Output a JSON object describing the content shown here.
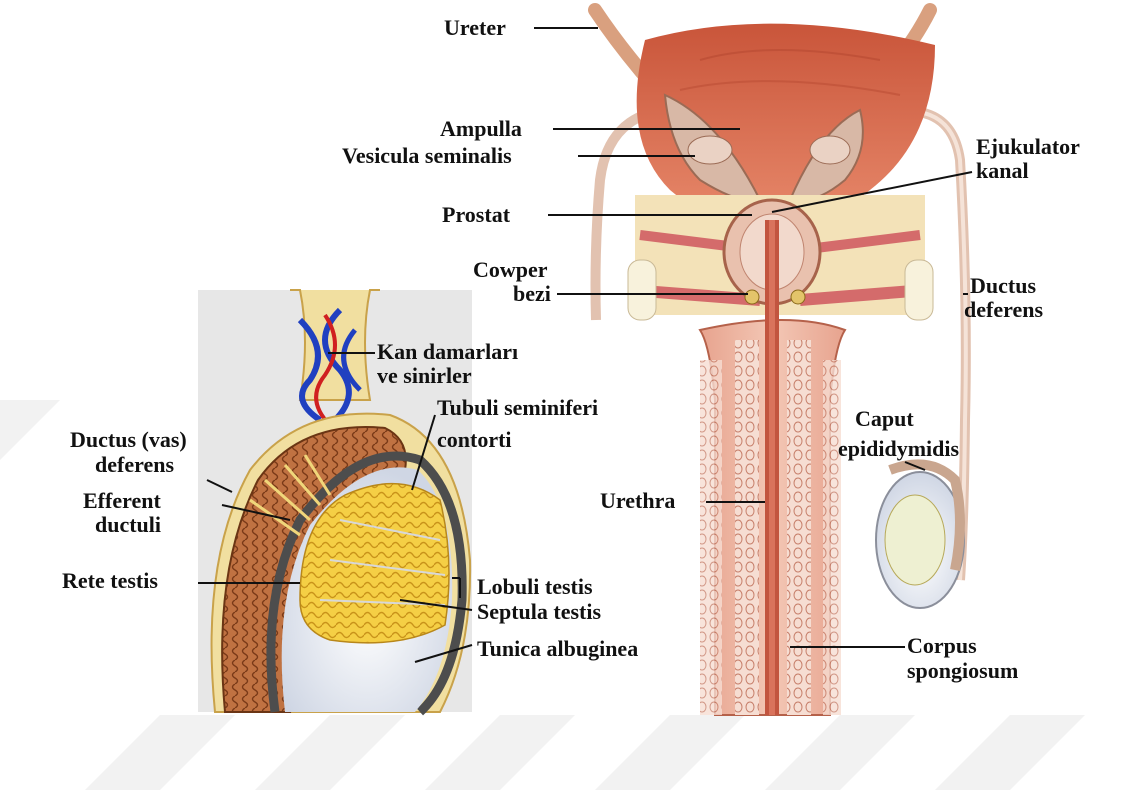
{
  "labels": {
    "ureter": "Ureter",
    "ampulla": "Ampulla",
    "vesicula": "Vesicula seminalis",
    "ejukulator_1": "Ejukulator",
    "ejukulator_2": "kanal",
    "prostat": "Prostat",
    "cowper_1": "Cowper",
    "cowper_2": "bezi",
    "ductus_def_1": "Ductus",
    "ductus_def_2": "deferens",
    "kan_1": "Kan damarları",
    "kan_2": "ve sinirler",
    "tubuli_1": "Tubuli seminiferi",
    "tubuli_2": "contorti",
    "ductus_vas_1": "Ductus (vas)",
    "ductus_vas_2": "deferens",
    "efferent_1": "Efferent",
    "efferent_2": "ductuli",
    "caput_1": "Caput",
    "caput_2": "epididymidis",
    "urethra": "Urethra",
    "rete": "Rete testis",
    "lobuli": "Lobuli testis",
    "septula": "Septula testis",
    "tunica": "Tunica albuginea",
    "corpus_1": "Corpus",
    "corpus_2": "spongiosum"
  },
  "colors": {
    "bladder": "#d9694c",
    "muscle": "#e08a72",
    "duct": "#d9b8a4",
    "gland": "#e9c9a6",
    "yellow_tubule": "#f2c12e",
    "brown_tubule": "#b5653a",
    "vein": "#2040c0",
    "artery": "#d02020",
    "leader": "#111111"
  }
}
